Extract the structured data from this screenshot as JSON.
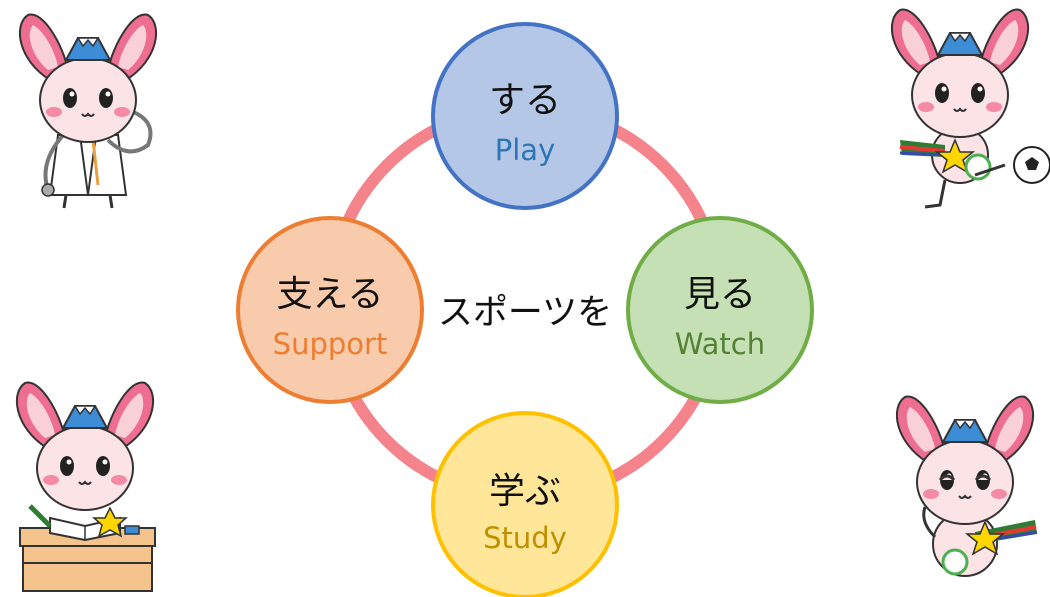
{
  "center_label": "スポーツを",
  "nodes": [
    {
      "id": "play",
      "jp": "する",
      "en": "Play",
      "fill": "#B4C7E7",
      "stroke": "#4472C4",
      "en_color": "#2E75B6"
    },
    {
      "id": "watch",
      "jp": "見る",
      "en": "Watch",
      "fill": "#C5E0B4",
      "stroke": "#70AD47",
      "en_color": "#548235"
    },
    {
      "id": "study",
      "jp": "学ぶ",
      "en": "Study",
      "fill": "#FFE699",
      "stroke": "#FFC000",
      "en_color": "#BF8F00"
    },
    {
      "id": "support",
      "jp": "支える",
      "en": "Support",
      "fill": "#F8CBAD",
      "stroke": "#ED7D31",
      "en_color": "#ED7D31"
    }
  ],
  "ring_color": "#F4838B",
  "mascots": [
    {
      "id": "doctor",
      "icon": "mascot-doctor-icon"
    },
    {
      "id": "soccer",
      "icon": "mascot-soccer-icon"
    },
    {
      "id": "student",
      "icon": "mascot-student-icon"
    },
    {
      "id": "cheer",
      "icon": "mascot-cheer-icon"
    }
  ]
}
